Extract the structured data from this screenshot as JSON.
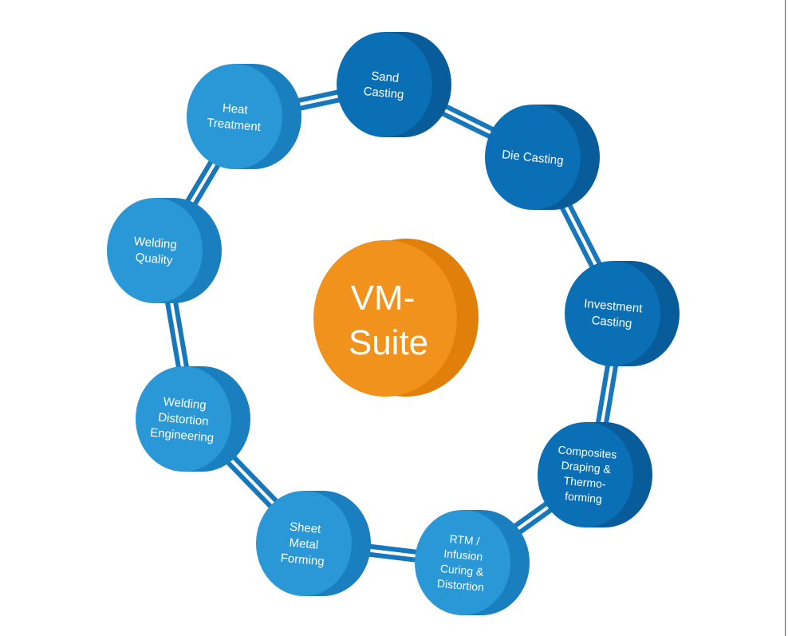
{
  "center": {
    "lines": [
      "VM-",
      "Suite"
    ]
  },
  "modules": [
    {
      "id": "sand-casting",
      "lines": [
        "Sand",
        "Casting"
      ]
    },
    {
      "id": "die-casting",
      "lines": [
        "Die Casting"
      ]
    },
    {
      "id": "investment-casting",
      "lines": [
        "Investment",
        "Casting"
      ]
    },
    {
      "id": "composites",
      "lines": [
        "Composites",
        "Draping &",
        "Thermo-",
        "forming"
      ]
    },
    {
      "id": "rtm-infusion",
      "lines": [
        "RTM /",
        "Infusion",
        "Curing &",
        "Distortion"
      ]
    },
    {
      "id": "sheet-metal-forming",
      "lines": [
        "Sheet",
        "Metal",
        "Forming"
      ]
    },
    {
      "id": "welding-distortion",
      "lines": [
        "Welding",
        "Distortion",
        "Engineering"
      ]
    },
    {
      "id": "welding-quality",
      "lines": [
        "Welding",
        "Quality"
      ]
    },
    {
      "id": "heat-treatment",
      "lines": [
        "Heat",
        "Treatment"
      ]
    }
  ],
  "colors": {
    "dark_blue_face": "#0b6fb5",
    "dark_blue_side": "#075c99",
    "light_blue_face": "#2a97d6",
    "light_blue_side": "#1a7fbf",
    "orange_face": "#f0921c",
    "orange_side": "#e07f0a",
    "ring": "#1677bd"
  }
}
